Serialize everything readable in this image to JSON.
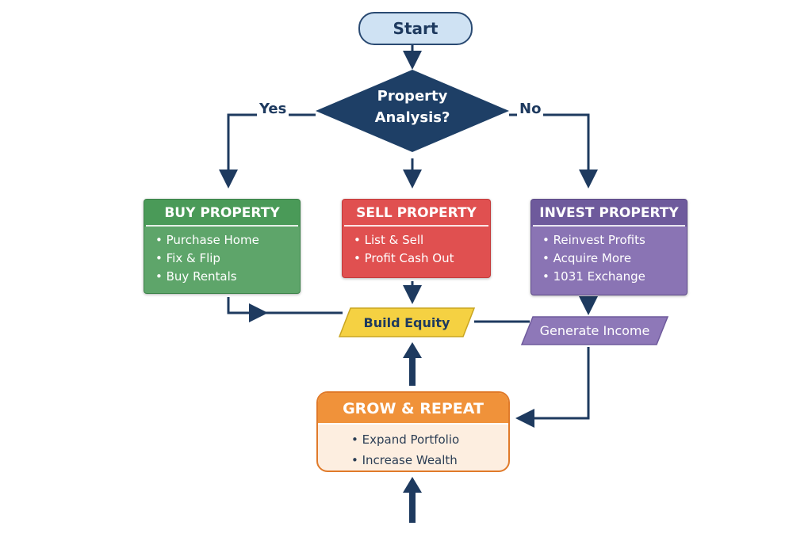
{
  "start": "Start",
  "decision": {
    "line1": "Property",
    "line2": "Analysis?",
    "yes": "Yes",
    "no": "No"
  },
  "buy": {
    "title": "BUY PROPERTY",
    "items": [
      "Purchase Home",
      "Fix & Flip",
      "Buy Rentals"
    ]
  },
  "sell": {
    "title": "SELL PROPERTY",
    "items": [
      "List & Sell",
      "Profit Cash Out"
    ]
  },
  "invest": {
    "title": "INVEST PROPERTY",
    "items": [
      "Reinvest Profits",
      "Acquire More",
      "1031 Exchange"
    ]
  },
  "build_equity": "Build Equity",
  "generate_income": "Generate Income",
  "grow": {
    "title": "GROW & REPEAT",
    "items": [
      "Expand Portfolio",
      "Increase Wealth"
    ]
  },
  "colors": {
    "navy": "#1e3f66",
    "green": "#4a9a58",
    "red": "#e05050",
    "purple": "#8a74b4",
    "yellow": "#f5d142",
    "orange": "#f0923a"
  }
}
